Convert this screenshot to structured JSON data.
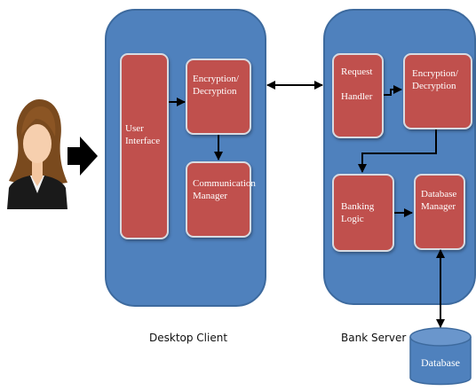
{
  "desktop_client": {
    "caption": "Desktop Client",
    "user_interface": "User\nInterface",
    "encryption": "Encryption/\nDecryption",
    "communication": "Communication\nManager"
  },
  "bank_server": {
    "caption": "Bank Server",
    "request_handler": "Request\n\nHandler",
    "encryption": "Encryption/\nDecryption",
    "banking_logic": "Banking Logic",
    "database_manager": "Database\nManager"
  },
  "database": {
    "label": "Database"
  },
  "colors": {
    "panel": "#4f81bd",
    "box": "#c0504d",
    "database": "#4f81bd",
    "arrow": "#000000"
  },
  "icons": {
    "user": "user-avatar-icon",
    "input_arrow": "block-arrow-right-icon"
  }
}
